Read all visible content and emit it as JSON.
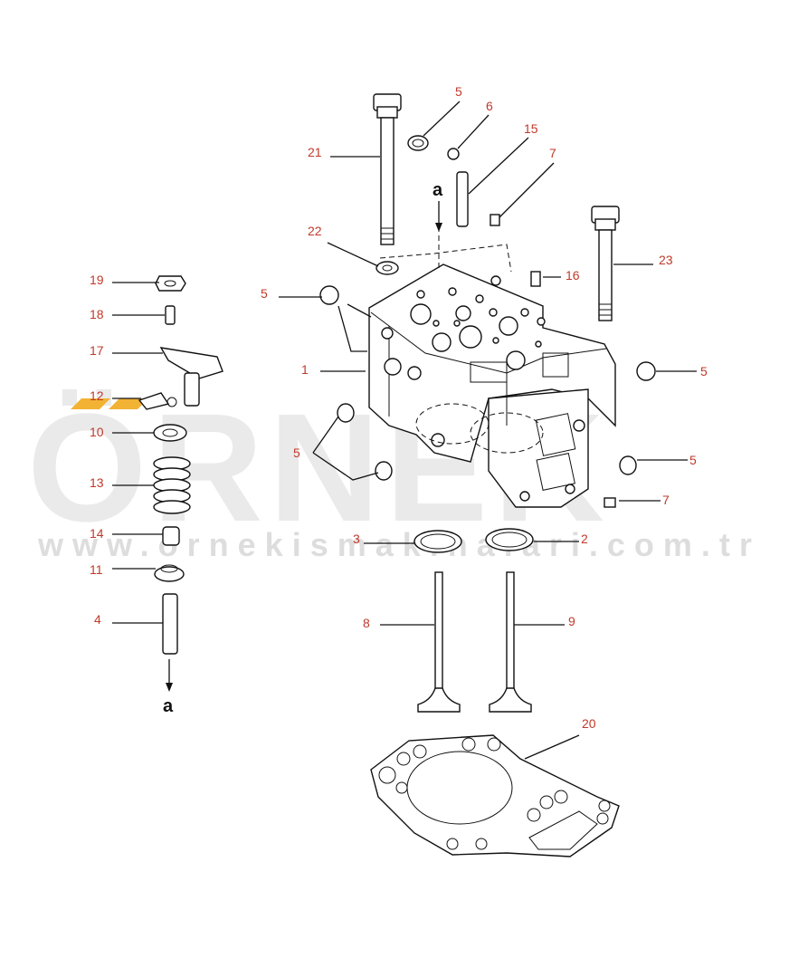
{
  "watermark": {
    "text": "ÖRNEK",
    "url": "www.ornekismakinalari.com.tr",
    "color": "#d9d9d9"
  },
  "colors": {
    "callout": "#c0392b",
    "linework": "#111111"
  },
  "arrow_markers": [
    {
      "id": "a-top",
      "label": "a"
    },
    {
      "id": "a-bottom",
      "label": "a"
    }
  ],
  "callouts": [
    {
      "id": "c5a",
      "label": "5"
    },
    {
      "id": "c6",
      "label": "6"
    },
    {
      "id": "c15",
      "label": "15"
    },
    {
      "id": "c7a",
      "label": "7"
    },
    {
      "id": "c21",
      "label": "21"
    },
    {
      "id": "c22",
      "label": "22"
    },
    {
      "id": "c23",
      "label": "23"
    },
    {
      "id": "c16",
      "label": "16"
    },
    {
      "id": "c5b",
      "label": "5"
    },
    {
      "id": "c5c",
      "label": "5"
    },
    {
      "id": "c1",
      "label": "1"
    },
    {
      "id": "c5d",
      "label": "5"
    },
    {
      "id": "c5e",
      "label": "5"
    },
    {
      "id": "c7b",
      "label": "7"
    },
    {
      "id": "c19",
      "label": "19"
    },
    {
      "id": "c18",
      "label": "18"
    },
    {
      "id": "c17",
      "label": "17"
    },
    {
      "id": "c12",
      "label": "12"
    },
    {
      "id": "c10",
      "label": "10"
    },
    {
      "id": "c13",
      "label": "13"
    },
    {
      "id": "c14",
      "label": "14"
    },
    {
      "id": "c11",
      "label": "11"
    },
    {
      "id": "c4",
      "label": "4"
    },
    {
      "id": "c3",
      "label": "3"
    },
    {
      "id": "c2",
      "label": "2"
    },
    {
      "id": "c8",
      "label": "8"
    },
    {
      "id": "c9",
      "label": "9"
    },
    {
      "id": "c20",
      "label": "20"
    }
  ]
}
